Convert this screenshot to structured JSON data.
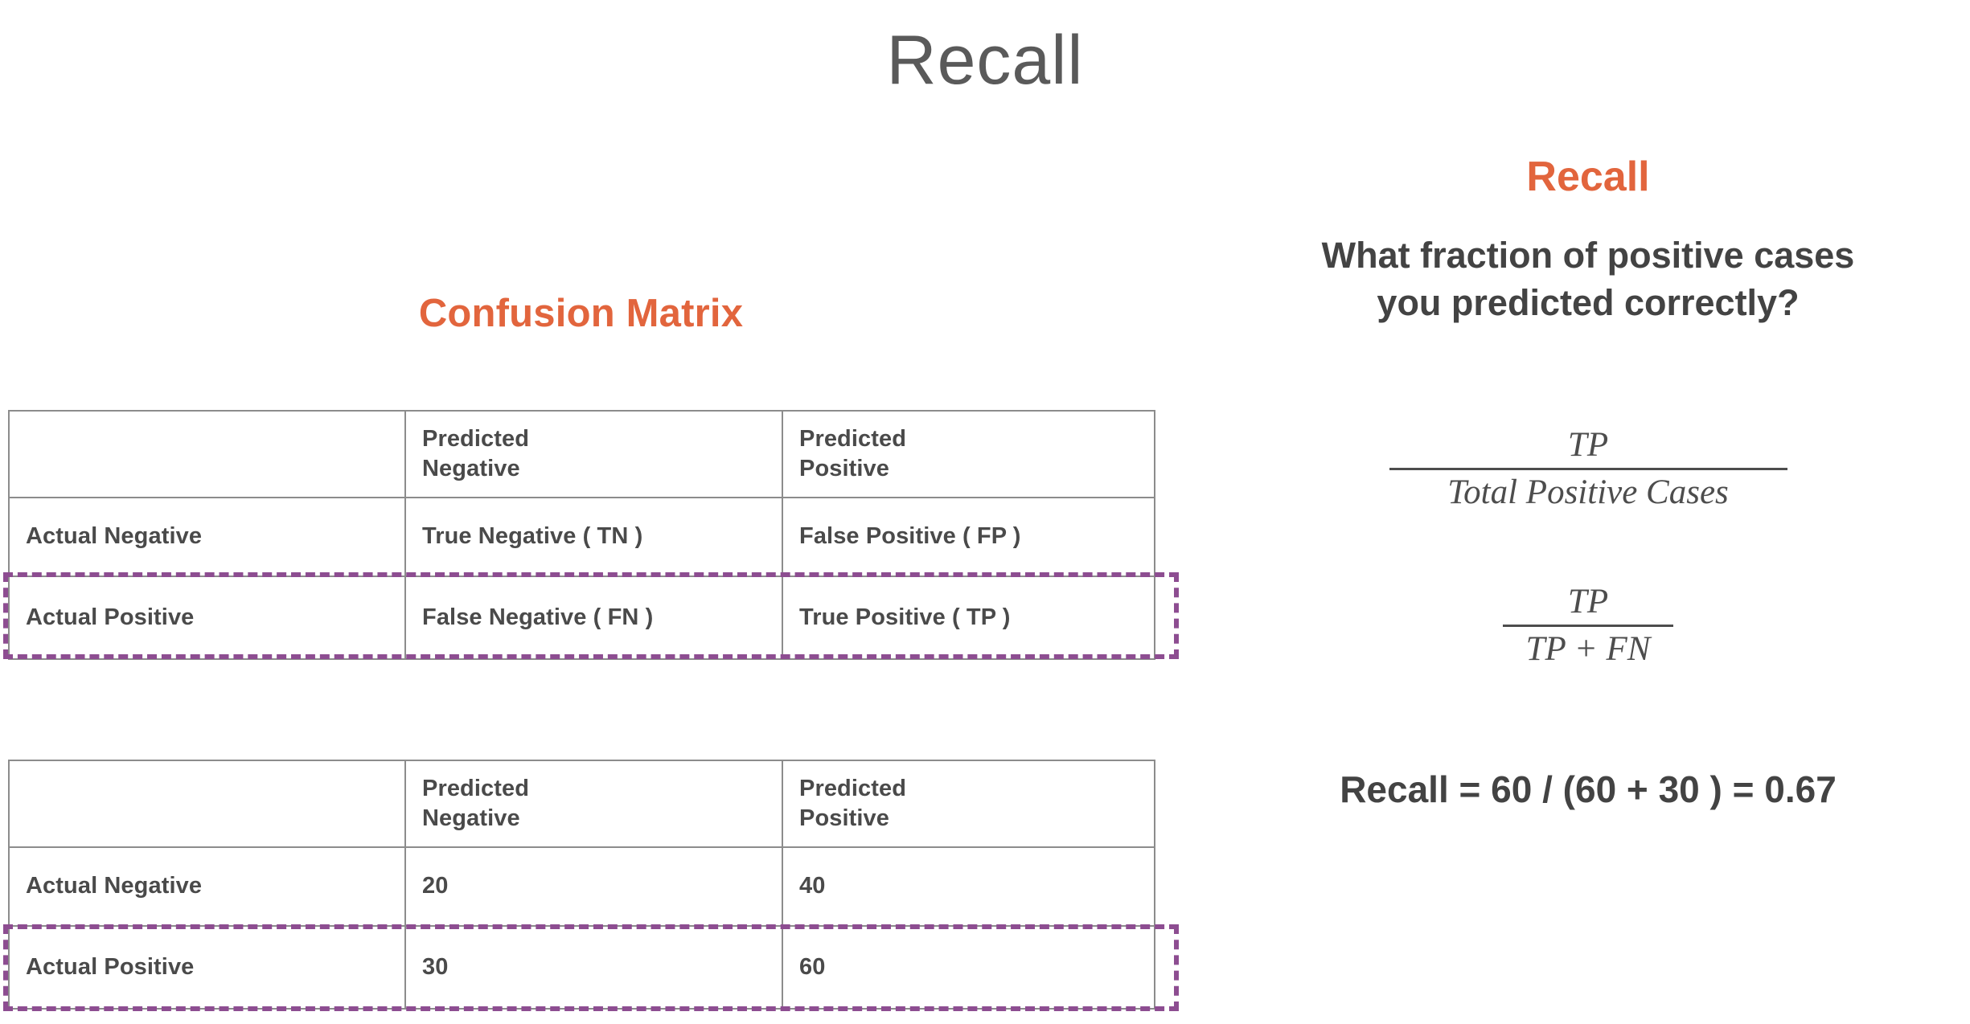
{
  "slide": {
    "title": "Recall"
  },
  "left": {
    "matrix_heading": "Confusion Matrix",
    "accent_color": "#e2653d",
    "highlight_color": "#8d4d91",
    "table_concepts": {
      "header": [
        "",
        "Predicted Negative",
        "Predicted Positive"
      ],
      "header_lines": [
        [
          "",
          ""
        ],
        [
          "Predicted",
          "Negative"
        ],
        [
          "Predicted",
          "Positive"
        ]
      ],
      "rows": [
        {
          "label": "Actual Negative",
          "cells": [
            "True Negative ( TN )",
            "False Positive ( FP )"
          ],
          "highlighted": false
        },
        {
          "label": "Actual Positive",
          "cells": [
            "False Negative ( FN )",
            "True Positive ( TP )"
          ],
          "highlighted": true
        }
      ]
    },
    "table_numbers": {
      "header_lines": [
        [
          "",
          ""
        ],
        [
          "Predicted",
          "Negative"
        ],
        [
          "Predicted",
          "Positive"
        ]
      ],
      "rows": [
        {
          "label": "Actual Negative",
          "cells": [
            "20",
            "40"
          ],
          "highlighted": false
        },
        {
          "label": "Actual Positive",
          "cells": [
            "30",
            "60"
          ],
          "highlighted": true
        }
      ]
    }
  },
  "right": {
    "heading": "Recall",
    "question": "What fraction of positive cases you predicted correctly?",
    "formula_total": {
      "numerator": "TP",
      "denominator": "Total Positive Cases"
    },
    "formula_tpfn": {
      "numerator": "TP",
      "denominator": "TP + FN"
    },
    "result": "Recall = 60 / (60 + 30 ) = 0.67"
  }
}
